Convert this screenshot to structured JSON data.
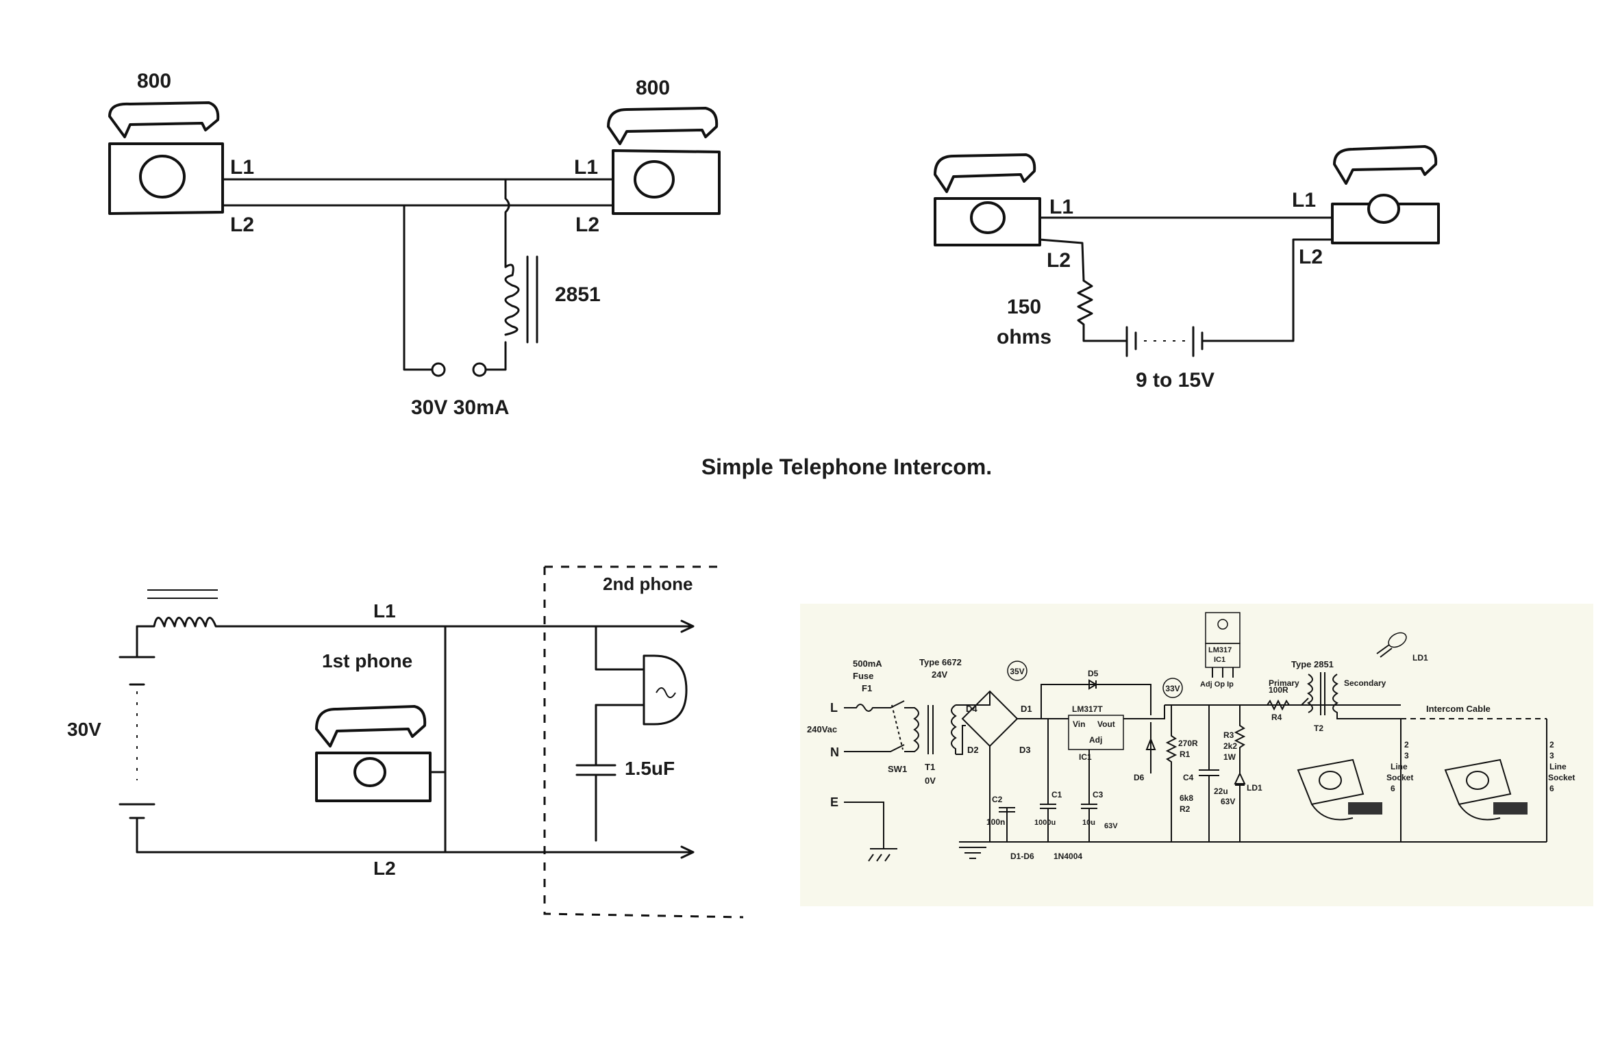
{
  "title": "Simple Telephone Intercom.",
  "diagram1": {
    "phone_left_label": "800",
    "phone_right_label": "800",
    "l1_left": "L1",
    "l2_left": "L2",
    "l1_right": "L1",
    "l2_right": "L2",
    "transformer_label": "2851",
    "supply_label": "30V 30mA"
  },
  "diagram2": {
    "l1_left": "L1",
    "l2_left": "L2",
    "l1_right": "L1",
    "l2_right": "L2",
    "resistor_value": "150",
    "resistor_unit": "ohms",
    "battery_label": "9 to 15V"
  },
  "diagram3": {
    "l1": "L1",
    "l2": "L2",
    "voltage": "30V",
    "first_phone": "1st phone",
    "second_phone": "2nd phone",
    "capacitor": "1.5uF"
  },
  "diagram4": {
    "fuse_rating": "500mA",
    "fuse_word": "Fuse",
    "fuse_ref": "F1",
    "transformer_type": "Type 6672",
    "transformer_volts": "24V",
    "l_terminal": "L",
    "n_terminal": "N",
    "e_terminal": "E",
    "mains": "240Vac",
    "switch_ref": "SW1",
    "t1_ref": "T1",
    "zero_v": "0V",
    "d4": "D4",
    "d1": "D1",
    "d2": "D2",
    "d3": "D3",
    "d5": "D5",
    "d6": "D6",
    "v35": "35V",
    "v33": "33V",
    "reg": "LM317T",
    "vin": "Vin",
    "vout": "Vout",
    "adj": "Adj",
    "ic1": "IC1",
    "pkg_name": "LM317",
    "pkg_ic": "IC1",
    "pkg_pins": "Adj Op Ip",
    "r1_val": "270R",
    "r1_ref": "R1",
    "r2_val": "6k8",
    "r2_ref": "R2",
    "r3_ref": "R3",
    "r3_val": "2k2",
    "r3_watt": "1W",
    "c4": "C4",
    "c4_val": "22u",
    "c4_volt": "63V",
    "c2": "C2",
    "c2_val": "100n",
    "c1": "C1",
    "c3": "C3",
    "c1_val": "1000u",
    "c3_val": "10u",
    "cap_volt": "63V",
    "ld1": "LD1",
    "ld1_top": "LD1",
    "diodes_note": "D1-D6",
    "diode_type": "1N4004",
    "type2851": "Type 2851",
    "primary": "Primary",
    "secondary": "Secondary",
    "r4_val": "100R",
    "r4_ref": "R4",
    "t2": "T2",
    "cable": "Intercom Cable",
    "socket_pins": [
      "2",
      "3"
    ],
    "socket_pin6": "6",
    "line": "Line",
    "socket": "Socket"
  }
}
